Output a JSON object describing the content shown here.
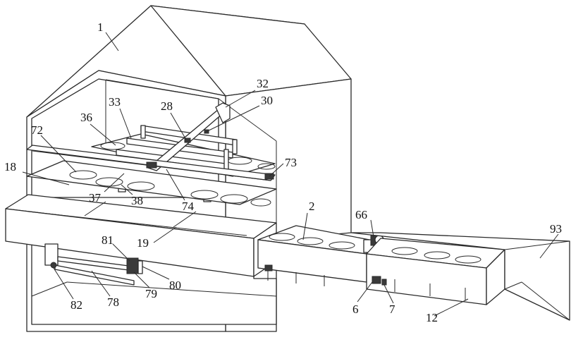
{
  "labels": {
    "l1": "1",
    "l2": "2",
    "l6": "6",
    "l7": "7",
    "l12": "12",
    "l18": "18",
    "l19": "19",
    "l28": "28",
    "l30": "30",
    "l32": "32",
    "l33": "33",
    "l36": "36",
    "l37": "37",
    "l38": "38",
    "l66": "66",
    "l72": "72",
    "l73": "73",
    "l74": "74",
    "l78": "78",
    "l79": "79",
    "l80": "80",
    "l81": "81",
    "l82": "82",
    "l93": "93"
  }
}
